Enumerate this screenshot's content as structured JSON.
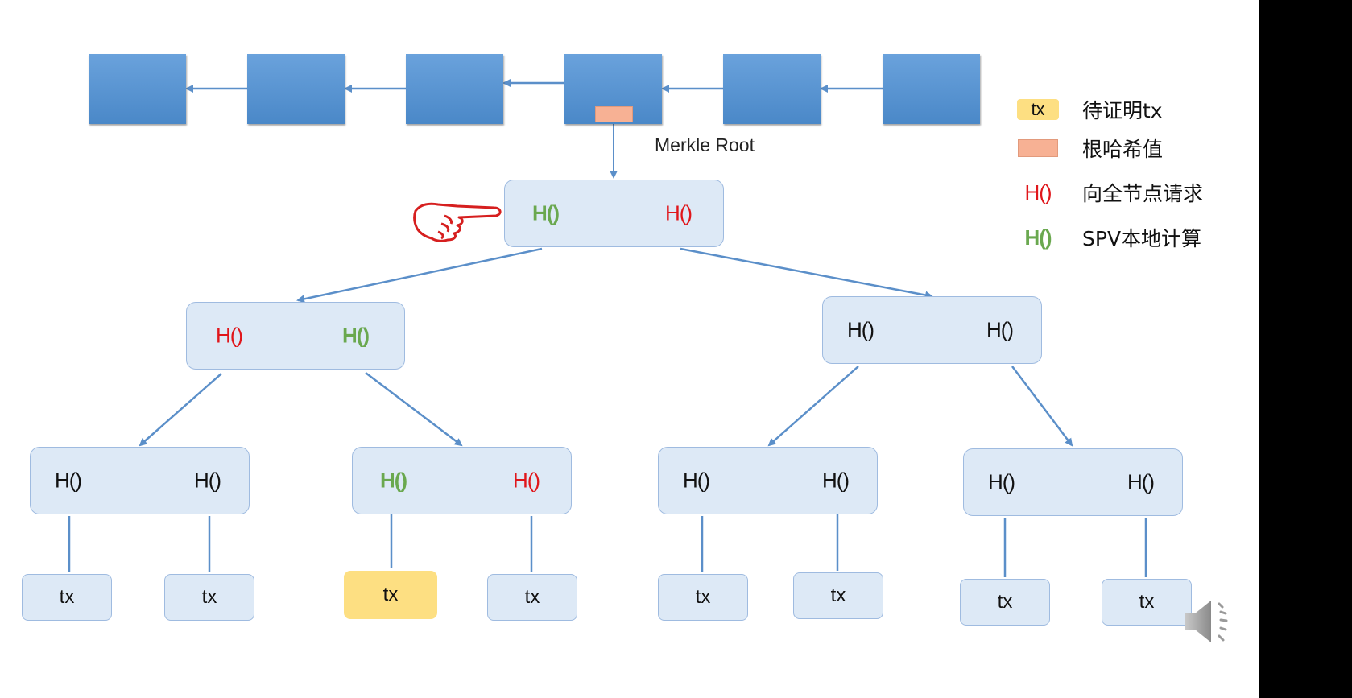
{
  "blockchain": {
    "block_count": 6,
    "merkle_root_label": "Merkle Root"
  },
  "legend": [
    {
      "key": "tx",
      "text": "待证明tx",
      "type": "tx-box"
    },
    {
      "key": "",
      "text": "根哈希值",
      "type": "root-box"
    },
    {
      "key": "H()",
      "text": "向全节点请求",
      "type": "red"
    },
    {
      "key": "H()",
      "text": "SPV本地计算",
      "type": "green"
    }
  ],
  "tree": {
    "root": {
      "left": {
        "label": "H()",
        "type": "green"
      },
      "right": {
        "label": "H()",
        "type": "red"
      }
    },
    "level1": [
      {
        "left": {
          "label": "H()",
          "type": "red"
        },
        "right": {
          "label": "H()",
          "type": "green"
        }
      },
      {
        "left": {
          "label": "H()",
          "type": "black"
        },
        "right": {
          "label": "H()",
          "type": "black"
        }
      }
    ],
    "level2": [
      {
        "left": {
          "label": "H()",
          "type": "black"
        },
        "right": {
          "label": "H()",
          "type": "black"
        }
      },
      {
        "left": {
          "label": "H()",
          "type": "green"
        },
        "right": {
          "label": "H()",
          "type": "red"
        }
      },
      {
        "left": {
          "label": "H()",
          "type": "black"
        },
        "right": {
          "label": "H()",
          "type": "black"
        }
      },
      {
        "left": {
          "label": "H()",
          "type": "black"
        },
        "right": {
          "label": "H()",
          "type": "black"
        }
      }
    ],
    "leaves": [
      {
        "label": "tx",
        "target": false
      },
      {
        "label": "tx",
        "target": false
      },
      {
        "label": "tx",
        "target": true
      },
      {
        "label": "tx",
        "target": false
      },
      {
        "label": "tx",
        "target": false
      },
      {
        "label": "tx",
        "target": false
      },
      {
        "label": "tx",
        "target": false
      },
      {
        "label": "tx",
        "target": false
      }
    ]
  },
  "colors": {
    "block": "#5b95d3",
    "node_fill": "#dde9f6",
    "line": "#5b8fc9",
    "target_tx": "#fddf82",
    "root_hash": "#f7b194",
    "request_red": "#e0161b",
    "local_green": "#6aa84f",
    "pointer_hand": "#d61f1f"
  },
  "icons": {
    "pointer": "pointing-hand-icon",
    "audio": "speaker-icon"
  }
}
